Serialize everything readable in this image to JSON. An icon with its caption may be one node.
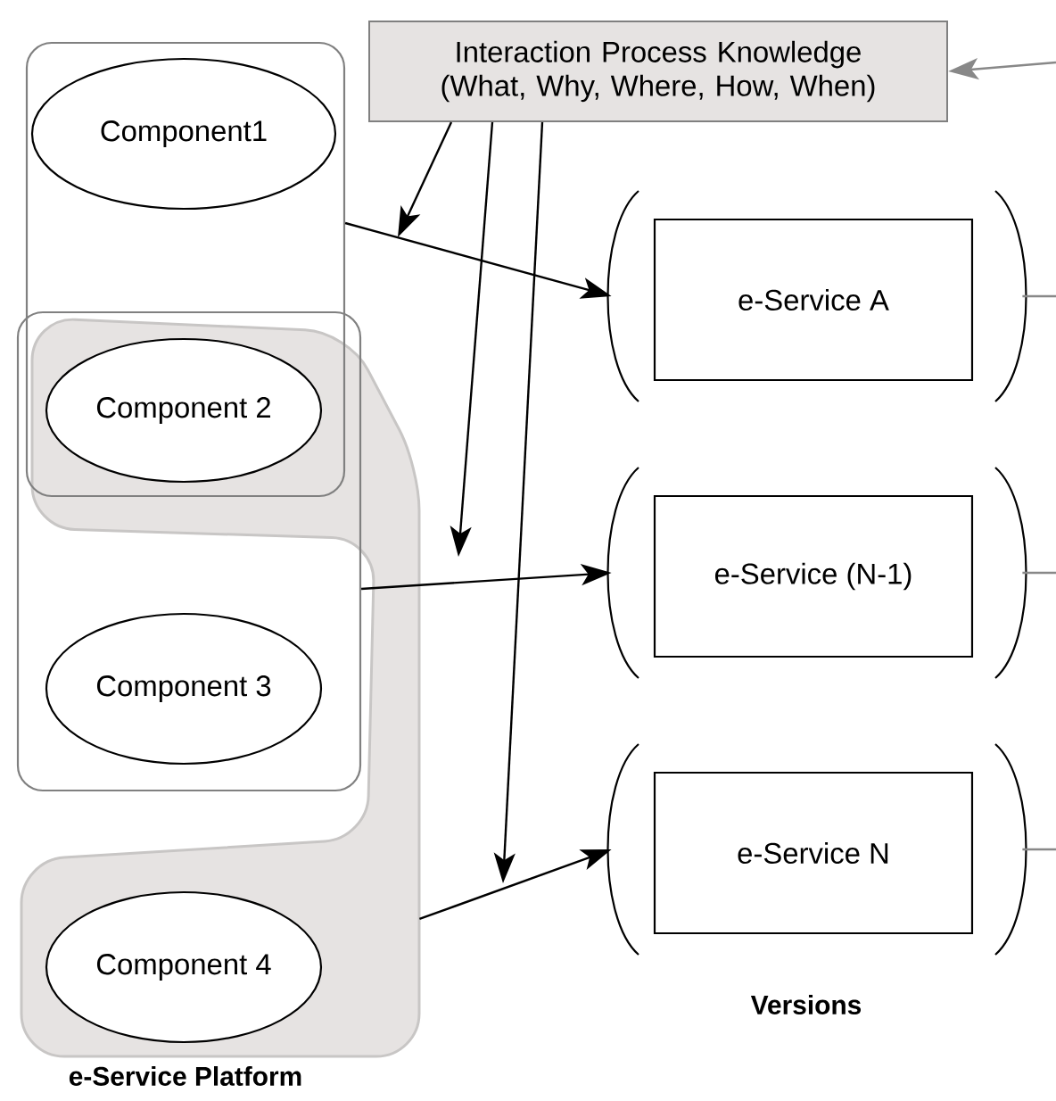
{
  "diagram": {
    "nodes": [
      {
        "text": [
          "Interaction Process Knowledge (What, Why, Where, How, When)"
        ]
      },
      {
        "text": [],
        "shape": "box"
      },
      {
        "text": [
          "Component1"
        ],
        "in": 1
      },
      {
        "text": [],
        "shape": "blob"
      },
      {
        "text": [],
        "shape": "box"
      },
      {
        "text": [
          "Component 2"
        ]
      },
      {
        "text": [
          "Component 3"
        ],
        "in": 4
      },
      {
        "text": [
          "Component 4"
        ],
        "in": 3
      },
      {
        "text": [],
        "shape": "bracket"
      },
      {
        "text": [
          "e-Service A"
        ],
        "in": 8
      },
      {
        "text": [],
        "shape": "bracket"
      },
      {
        "text": [
          "e-Service (N-1)"
        ],
        "in": 10
      },
      {
        "text": [],
        "shape": "bracket"
      },
      {
        "text": [
          "e-Service N"
        ],
        "in": 12
      }
    ],
    "edges": [
      {
        "from": 1,
        "to": 8,
        "arrow": "to"
      },
      {
        "from": 4,
        "to": 10,
        "arrow": "to"
      },
      {
        "from": 3,
        "to": 12,
        "arrow": "to"
      },
      {
        "from": 0,
        "to": null,
        "arrow": "to"
      },
      {
        "from": 0,
        "to": null,
        "arrow": "to"
      },
      {
        "from": 0,
        "to": null,
        "arrow": "to"
      },
      {
        "from": null,
        "to": 0,
        "arrow": "to",
        "color": "#888888"
      },
      {
        "from": 8,
        "to": null,
        "arrow": "none",
        "color": "#888888"
      },
      {
        "from": 10,
        "to": null,
        "arrow": "none",
        "color": "#888888"
      },
      {
        "from": 12,
        "to": null,
        "arrow": "none",
        "color": "#888888"
      }
    ],
    "labels": [
      "Versions",
      "e-Service Platform"
    ]
  }
}
